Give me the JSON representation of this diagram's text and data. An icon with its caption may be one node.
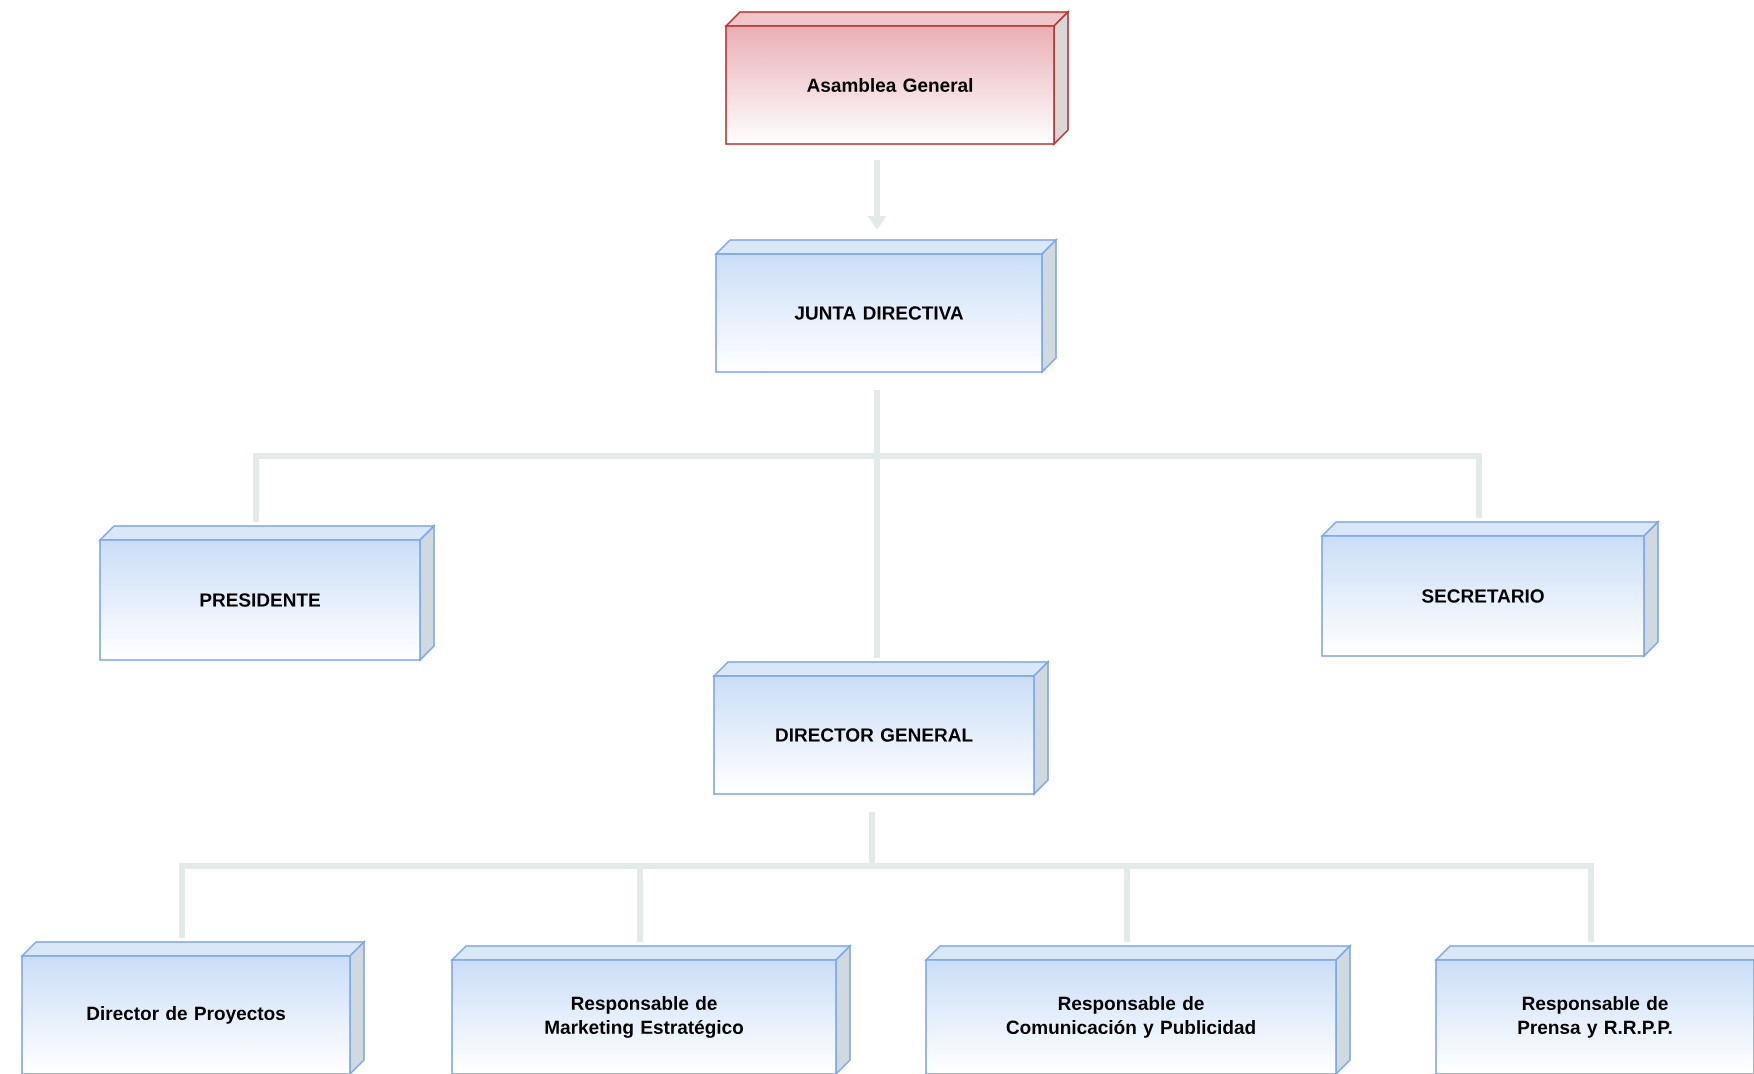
{
  "diagram": {
    "nodes": [
      {
        "text": [
          "Asamblea General"
        ]
      },
      {
        "text": [
          "JUNTA DIRECTIVA"
        ]
      },
      {
        "text": [
          "PRESIDENTE"
        ]
      },
      {
        "text": [
          "SECRETARIO"
        ]
      },
      {
        "text": [
          "DIRECTOR GENERAL"
        ]
      },
      {
        "text": [
          "Director de Proyectos"
        ]
      },
      {
        "text": [
          "Responsable de Marketing Estratégico"
        ]
      },
      {
        "text": [
          "Responsable de Comunicación y Publicidad"
        ]
      },
      {
        "text": [
          "Responsable de Prensa y R.R.P.P."
        ]
      }
    ],
    "edges": [
      {
        "from": 0,
        "to": 1,
        "arrow": "to"
      },
      {
        "from": 1,
        "to": 2,
        "arrow": "none"
      },
      {
        "from": 1,
        "to": 4,
        "arrow": "none"
      },
      {
        "from": 1,
        "to": 3,
        "arrow": "none"
      },
      {
        "from": 4,
        "to": 5,
        "arrow": "none"
      },
      {
        "from": 4,
        "to": 6,
        "arrow": "none"
      },
      {
        "from": 4,
        "to": 7,
        "arrow": "none"
      },
      {
        "from": 4,
        "to": 8,
        "arrow": "none"
      }
    ]
  }
}
